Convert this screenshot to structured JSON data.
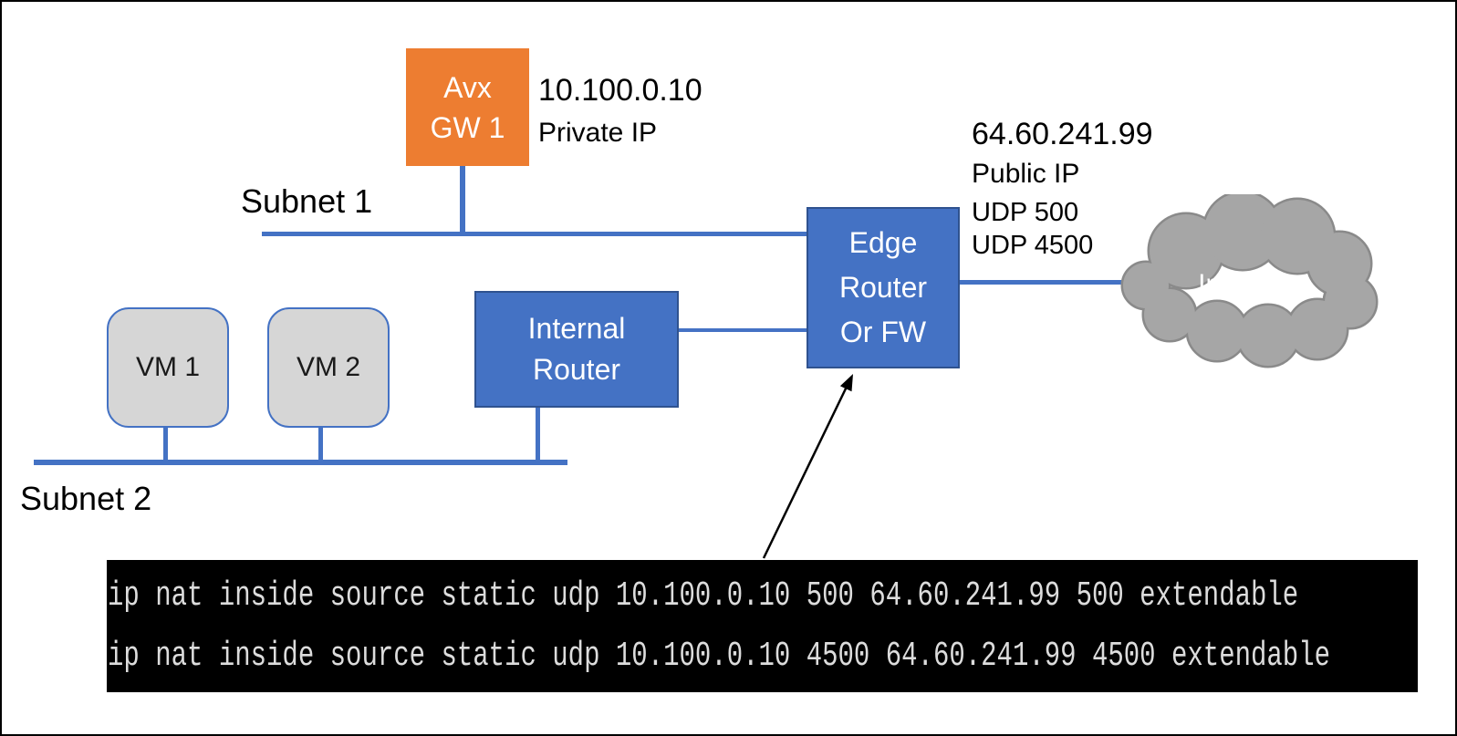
{
  "diagram": {
    "nodes": {
      "avx_gw": {
        "lines": [
          "Avx",
          "GW 1"
        ]
      },
      "vm1": {
        "label": "VM 1"
      },
      "vm2": {
        "label": "VM 2"
      },
      "internal_router": {
        "lines": [
          "Internal",
          "Router"
        ]
      },
      "edge_router": {
        "lines": [
          "Edge",
          "Router",
          "Or FW"
        ]
      },
      "internet": {
        "label": "Internet"
      }
    },
    "annotations": {
      "subnet1": "Subnet 1",
      "subnet2": "Subnet 2",
      "private_ip": {
        "value": "10.100.0.10",
        "caption": "Private IP"
      },
      "public_ip": {
        "value": "64.60.241.99",
        "caption": "Public IP",
        "udp1": "UDP 500",
        "udp2": "UDP 4500"
      }
    },
    "terminal": {
      "lines": [
        "ip nat inside source static udp 10.100.0.10 500 64.60.241.99 500 extendable",
        "ip nat inside source static udp 10.100.0.10 4500 64.60.241.99 4500 extendable"
      ]
    },
    "colors": {
      "node_orange": "#ED7D31",
      "node_blue": "#4472C4",
      "node_blue_border": "#2F528F",
      "vm_gray": "#D6D6D6",
      "cloud_gray": "#A6A6A6",
      "cloud_border": "#8A8A8A",
      "line_blue": "#4472C4",
      "arrow_black": "#000000",
      "terminal_bg": "#000000",
      "terminal_text": "#DCDCDC"
    }
  }
}
